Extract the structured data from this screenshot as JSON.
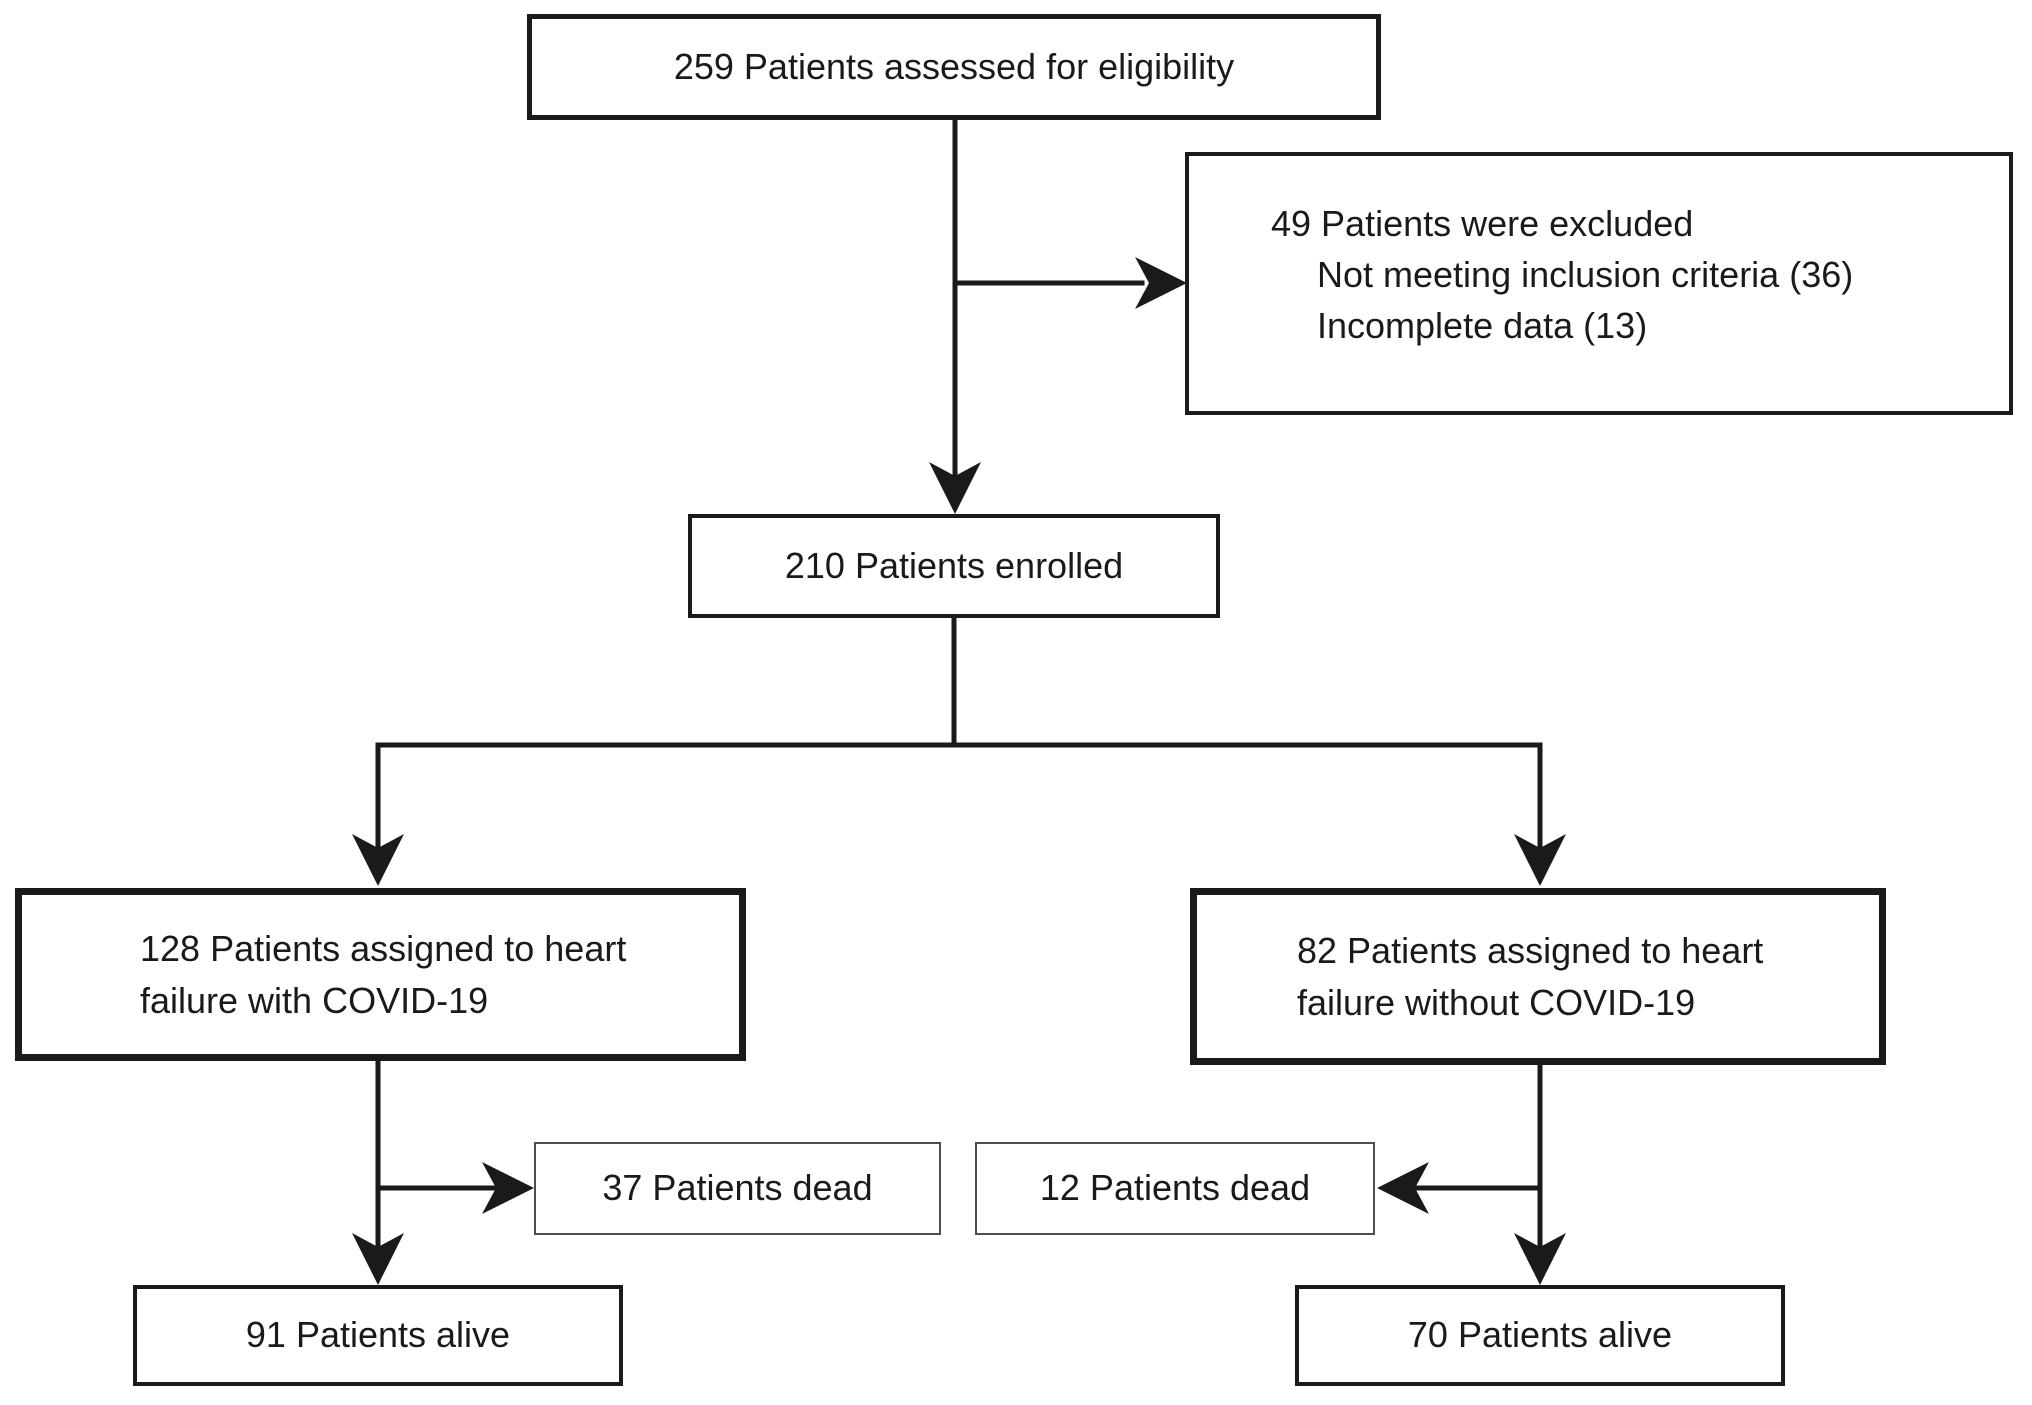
{
  "figure": {
    "background": "#ffffff",
    "line_color": "#1a1a1a",
    "nodes": {
      "eligibility": {
        "label": "259 Patients assessed for eligibility"
      },
      "excluded": {
        "title": "49 Patients were excluded",
        "items": [
          "Not meeting inclusion criteria (36)",
          "Incomplete data (13)"
        ]
      },
      "enrolled": {
        "label": "210 Patients enrolled"
      },
      "hf_covid": {
        "label": "128 Patients assigned to heart\nfailure with COVID-19"
      },
      "hf_no_covid": {
        "label": "82 Patients assigned to heart\nfailure without COVID-19"
      },
      "dead_covid": {
        "label": "37 Patients dead"
      },
      "dead_no_covid": {
        "label": "12 Patients dead"
      },
      "alive_covid": {
        "label": "91 Patients alive"
      },
      "alive_no_covid": {
        "label": "70 Patients alive"
      }
    }
  }
}
